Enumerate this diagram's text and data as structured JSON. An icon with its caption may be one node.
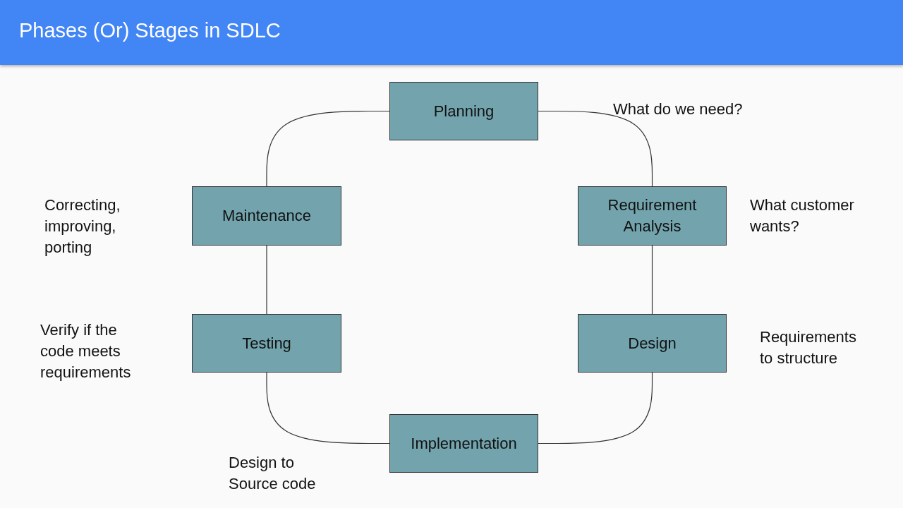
{
  "diagram": {
    "title": "Phases (Or) Stages in SDLC",
    "nodes": [
      {
        "text": [
          "Planning"
        ]
      },
      {
        "text": [
          "Requirement Analysis"
        ],
        "beside": [
          "What customer wants?"
        ]
      },
      {
        "text": [
          "Design"
        ],
        "beside": [
          "Requirements to structure"
        ]
      },
      {
        "text": [
          "Implementation"
        ]
      },
      {
        "text": [
          "Testing"
        ],
        "beside": [
          "Verify if the code meets requirements"
        ]
      },
      {
        "text": [
          "Maintenance"
        ]
      }
    ],
    "labels": [
      "What do we need?",
      "Correcting, improving, porting",
      "Design to Source code"
    ],
    "edges": [
      {
        "from": 0,
        "to": 1,
        "arrow": "none"
      },
      {
        "from": 1,
        "to": 2,
        "arrow": "none"
      },
      {
        "from": 2,
        "to": 3,
        "arrow": "none"
      },
      {
        "from": 3,
        "to": 4,
        "arrow": "none"
      },
      {
        "from": 4,
        "to": 5,
        "arrow": "none"
      },
      {
        "from": 5,
        "to": 0,
        "arrow": "none"
      }
    ]
  }
}
